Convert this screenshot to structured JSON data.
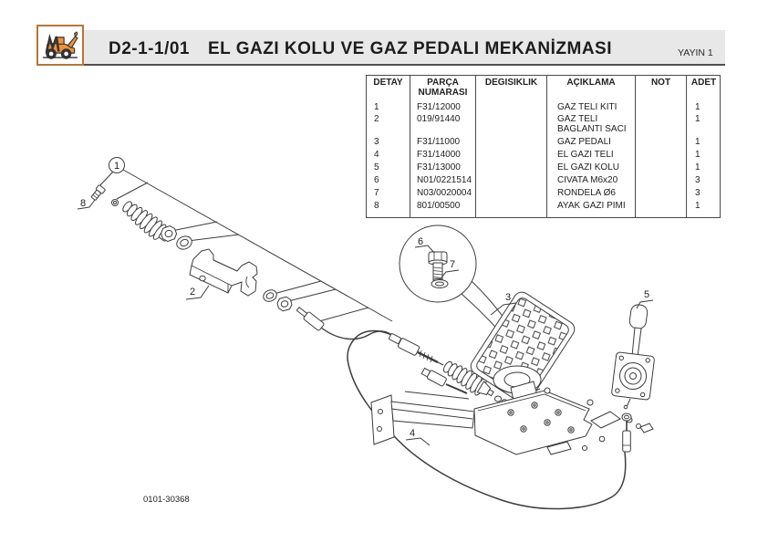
{
  "page": {
    "code": "D2-1-1/01",
    "title": "EL GAZI KOLU VE GAZ PEDALI MEKANİZMASI",
    "revision": "YAYIN 1",
    "drawing_number": "0101-30368",
    "logo": "orange-backhoe-loader-logo"
  },
  "colors": {
    "header_bg": "#e8e8e8",
    "header_underline": "#4f4f4f",
    "logo_orange": "#f0923b",
    "logo_border": "#b5763a",
    "table_border": "#4a4a4a",
    "line_art": "#3d3d3d"
  },
  "table": {
    "headers": [
      "DETAY",
      "PARÇA NUMARASI",
      "DEGISIKLIK",
      "AÇIKLAMA",
      "NOT",
      "ADET"
    ],
    "rows": [
      {
        "detay": "1",
        "parca": "F31/12000",
        "degisiklik": "",
        "aciklama": "GAZ TELI KITI",
        "not": "",
        "adet": "1"
      },
      {
        "detay": "2",
        "parca": "019/91440",
        "degisiklik": "",
        "aciklama": "GAZ TELI BAGLANTI SACI",
        "not": "",
        "adet": "1"
      },
      {
        "detay": "3",
        "parca": "F31/11000",
        "degisiklik": "",
        "aciklama": "GAZ PEDALI",
        "not": "",
        "adet": "1"
      },
      {
        "detay": "4",
        "parca": "F31/14000",
        "degisiklik": "",
        "aciklama": "EL GAZI TELI",
        "not": "",
        "adet": "1"
      },
      {
        "detay": "5",
        "parca": "F31/13000",
        "degisiklik": "",
        "aciklama": "EL GAZI KOLU",
        "not": "",
        "adet": "1"
      },
      {
        "detay": "6",
        "parca": "N01/0221514",
        "degisiklik": "",
        "aciklama": "CIVATA M6x20",
        "not": "",
        "adet": "3"
      },
      {
        "detay": "7",
        "parca": "N03/0020004",
        "degisiklik": "",
        "aciklama": "RONDELA Ø6",
        "not": "",
        "adet": "3"
      },
      {
        "detay": "8",
        "parca": "801/00500",
        "degisiklik": "",
        "aciklama": "AYAK GAZI PIMI",
        "not": "",
        "adet": "1"
      }
    ]
  },
  "diagram": {
    "callouts": [
      "1",
      "2",
      "3",
      "4",
      "5",
      "6",
      "7",
      "8"
    ]
  }
}
